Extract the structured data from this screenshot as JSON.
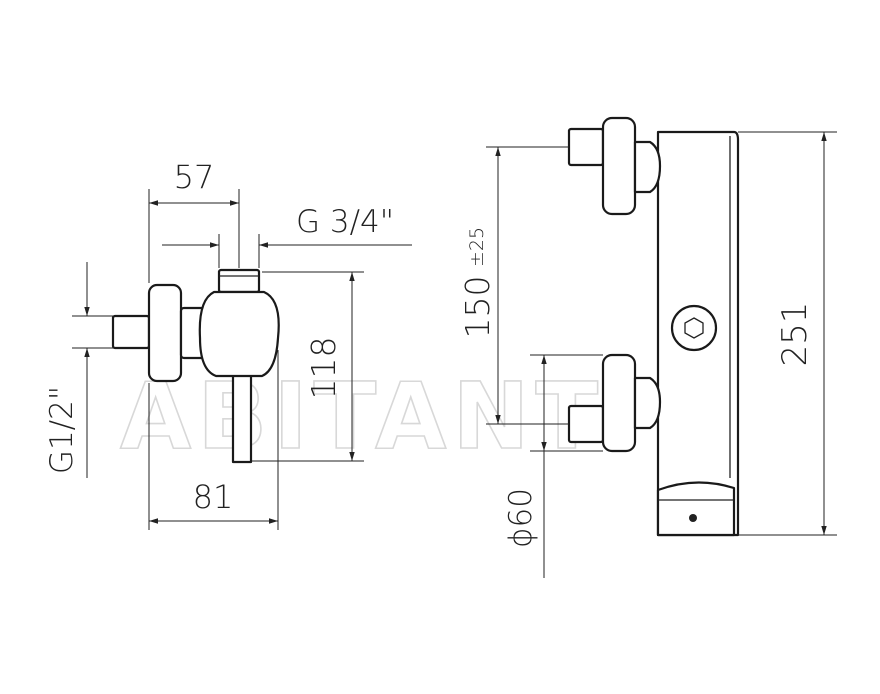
{
  "watermark": "ABITANT",
  "side_view": {
    "dim_top_width": "57",
    "dim_outlet_thread": "G 3/4\"",
    "dim_height": "118",
    "dim_bottom_width": "81",
    "dim_inlet_thread": "G1/2\""
  },
  "front_view": {
    "dim_center_distance": "150",
    "dim_center_tolerance": "±25",
    "dim_total_height": "251",
    "dim_diameter": "ϕ60"
  }
}
